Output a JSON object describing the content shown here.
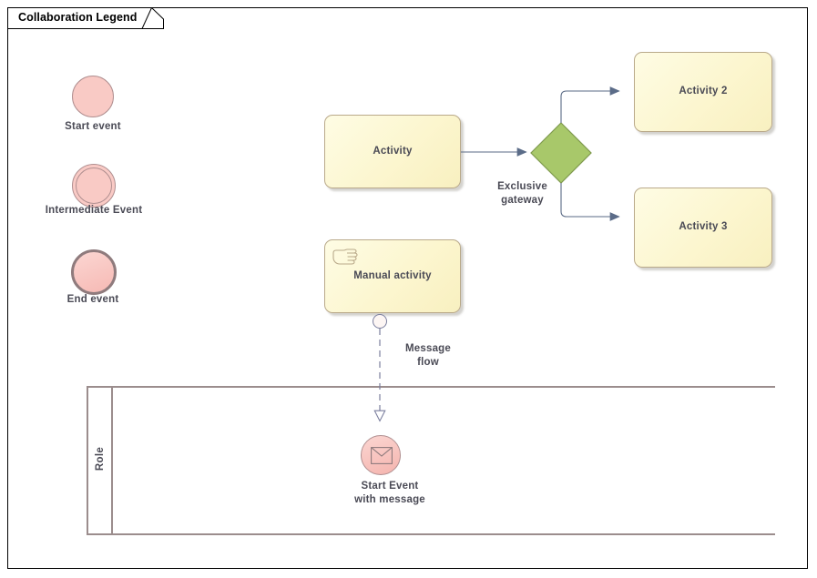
{
  "diagram": {
    "title": "Collaboration Legend",
    "type": "bpmn-collaboration-legend",
    "colors": {
      "event_fill": "#f9cac5",
      "event_border": "#b08f90",
      "end_event_border": "#8f7b7d",
      "activity_fill": "#fcf6cf",
      "activity_border": "#b9a98a",
      "gateway_fill": "#a8c86a",
      "gateway_border": "#7f9a4e",
      "flow_line": "#5a6a85",
      "arrow_fill": "#5b6c88",
      "pool_border": "#9b8d8d",
      "label_text": "#4a4a55",
      "frame_border": "#000000"
    }
  },
  "legend": {
    "items": [
      {
        "id": "start-event",
        "label": "Start event",
        "shape": "circle-thin"
      },
      {
        "id": "intermediate-event",
        "label": "Intermediate Event",
        "shape": "circle-double"
      },
      {
        "id": "end-event",
        "label": "End event",
        "shape": "circle-thick"
      }
    ]
  },
  "process": {
    "activity": {
      "label": "Activity"
    },
    "manual_activity": {
      "label": "Manual activity",
      "icon": "hand-icon"
    },
    "gateway": {
      "label": "Exclusive\ngateway",
      "marker": "exclusive"
    },
    "activity2": {
      "label": "Activity 2"
    },
    "activity3": {
      "label": "Activity 3"
    }
  },
  "flows": {
    "message_flow": {
      "label": "Message\nflow",
      "style": "dashed",
      "arrow": "hollow-triangle"
    },
    "sequence_flow": {
      "style": "solid",
      "arrow": "filled-triangle"
    }
  },
  "pool": {
    "lane_label": "Role",
    "message_start_event": {
      "label": "Start Event\nwith message",
      "icon": "envelope-icon"
    }
  }
}
